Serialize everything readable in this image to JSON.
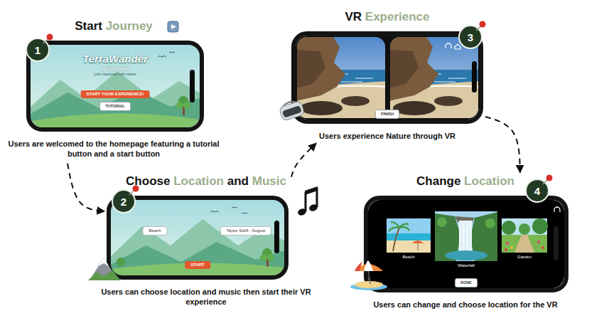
{
  "diagram": {
    "nodes": [
      {
        "text": [
          "Start Journey",
          "TerraWander",
          "by OurVerse",
          "Let's reconnect with nature",
          "Users are welcomed to the homepage featuring a tutorial button and a start button"
        ]
      },
      {
        "text": [
          "START YOUR EXPERIENCE!"
        ],
        "in": 0
      },
      {
        "text": [
          "TUTORIAL"
        ],
        "in": 0
      },
      {
        "text": [
          "Choose Location and Music",
          "Users can choose location and music then start their VR experience"
        ]
      },
      {
        "text": [
          "Beach"
        ],
        "in": 3
      },
      {
        "text": [
          "Taylor Swift - August"
        ],
        "in": 3
      },
      {
        "text": [
          "START"
        ],
        "in": 3
      },
      {
        "text": [
          "VR Experience",
          "Users experience Nature through VR"
        ]
      },
      {
        "text": [
          "FINISH"
        ],
        "in": 7
      },
      {
        "text": [
          "Change Location",
          "Users can change and choose location for the VR"
        ]
      },
      {
        "text": [
          "Beach"
        ],
        "in": 9
      },
      {
        "text": [
          "Waterfall"
        ],
        "in": 9
      },
      {
        "text": [
          "Garden"
        ],
        "in": 9
      },
      {
        "text": [
          "DONE"
        ],
        "in": 9
      }
    ],
    "edges": [
      {
        "from": 0,
        "to": 3,
        "arrow": "to"
      },
      {
        "from": 3,
        "to": 7,
        "arrow": "to"
      },
      {
        "from": 7,
        "to": 9,
        "arrow": "to"
      }
    ],
    "labels": [
      "1",
      "2",
      "3",
      "4"
    ]
  }
}
